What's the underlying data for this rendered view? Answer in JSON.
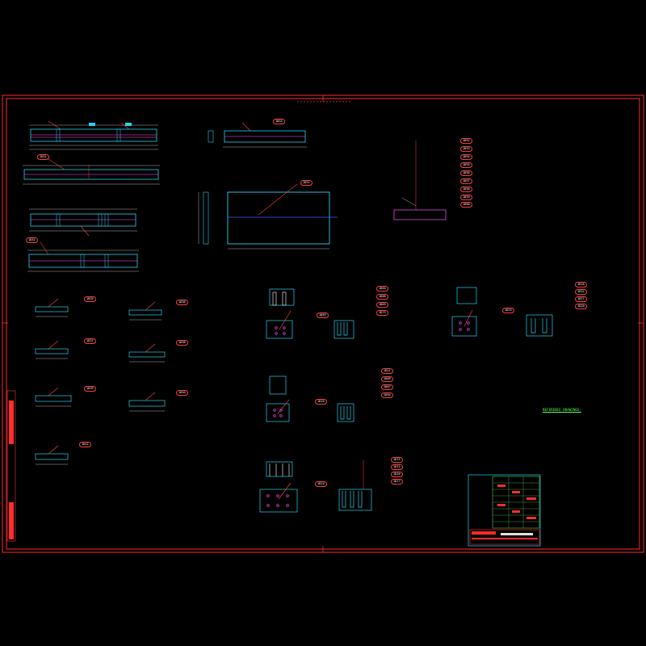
{
  "colors": {
    "background": "#000000",
    "border": "#ff2d2d",
    "outline": "#22d3ee",
    "dimension": "#e0e0e0",
    "leader": "#ff3b3b",
    "annotation": "#5dff5d",
    "tag_border": "#ff3b3b",
    "magenta": "#ff55ff",
    "blue": "#3b5bff"
  },
  "beam_tags": [
    "1D31",
    "1D32"
  ],
  "small_part_tags": [
    "1D35",
    "1D36",
    "1D37",
    "1D38",
    "1D39",
    "1D40",
    "1D41"
  ],
  "plate_tags": [
    "1D53",
    "1D51"
  ],
  "flat_plate_list": {
    "tags": [
      "1D52",
      "1D53",
      "1D54",
      "1D55",
      "1D56",
      "1D57",
      "1D58",
      "1D59",
      "1D60"
    ]
  },
  "bracket_a": {
    "main_tag": "1D03",
    "tags": [
      "1D04",
      "1D06",
      "1D05",
      "1D73"
    ]
  },
  "bracket_b": {
    "main_tag": "1D25",
    "tags": [
      "1D18",
      "1D22",
      "1D27",
      "1D20"
    ]
  },
  "bracket_c": {
    "main_tag": "1D10",
    "tags": [
      "1D21",
      "1D09",
      "1D07",
      "1D94"
    ]
  },
  "bracket_d": {
    "main_tag": "1D24",
    "tags": [
      "1D15",
      "1D11",
      "1D16",
      "1D17"
    ]
  },
  "reference": {
    "title": "REFERENCE DRAWINGS:"
  }
}
